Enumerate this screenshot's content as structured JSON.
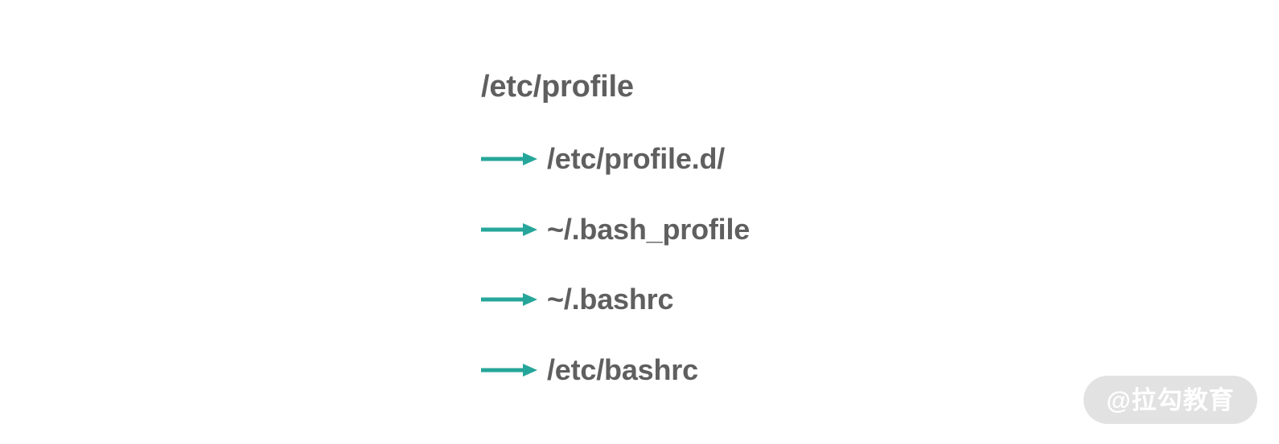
{
  "diagram": {
    "root": {
      "label": "/etc/profile"
    },
    "children": [
      {
        "label": "/etc/profile.d/",
        "connector": "arrow-right-icon"
      },
      {
        "label": "~/.bash_profile",
        "connector": "arrow-right-icon"
      },
      {
        "label": "~/.bashrc",
        "connector": "arrow-right-icon"
      },
      {
        "label": "/etc/bashrc",
        "connector": "arrow-right-icon"
      }
    ]
  },
  "watermark": {
    "text": "@拉勾教育"
  },
  "colors": {
    "background": "#ffffff",
    "text": "#5f5f5f",
    "arrow": "#26a69a",
    "watermark_pill": "#e2e2e2",
    "watermark_text": "#ffffff"
  }
}
